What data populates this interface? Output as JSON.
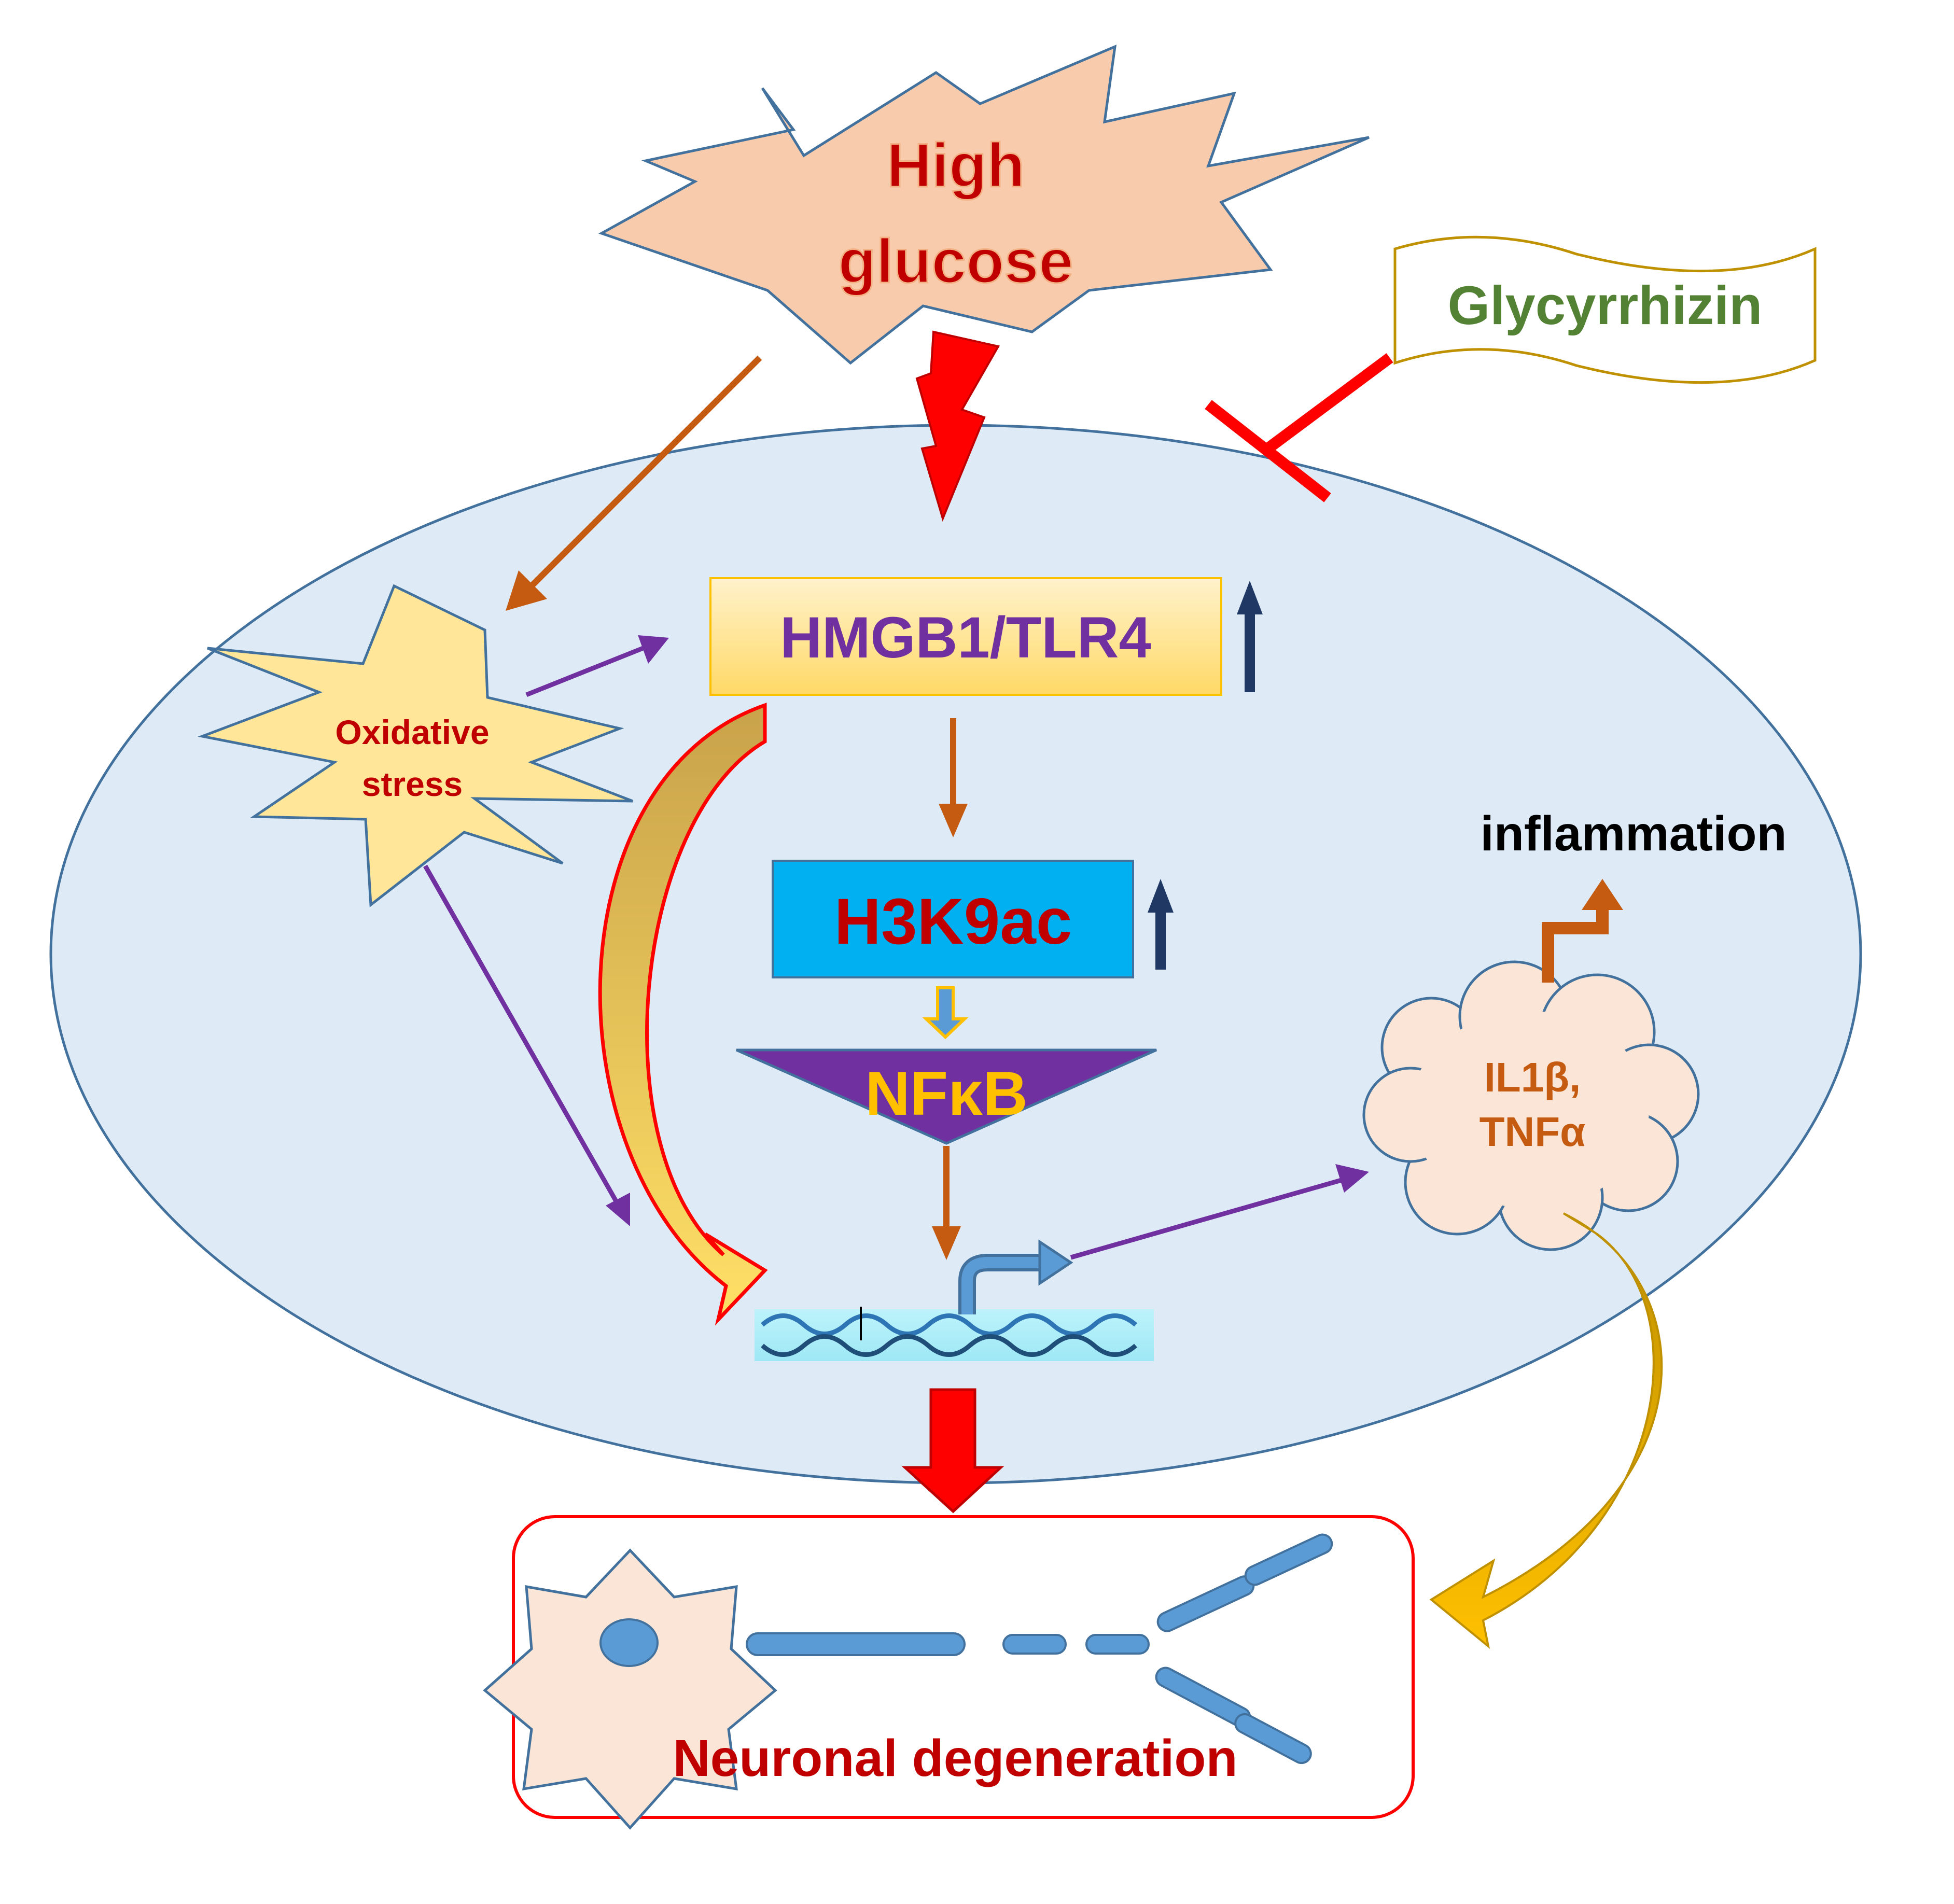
{
  "stimulus": {
    "line1": "High",
    "line2": "glucose"
  },
  "inhibitor": {
    "label": "Glycyrrhizin"
  },
  "oxidative_stress": {
    "line1": "Oxidative",
    "line2": "stress"
  },
  "receptor_box": {
    "label": "HMGB1/TLR4"
  },
  "histone_box": {
    "label": "H3K9ac"
  },
  "nfkb": {
    "label": "NFκB"
  },
  "inflammation": {
    "label": "inflammation"
  },
  "cytokines": {
    "line1": "IL1β,",
    "line2": "TNFα"
  },
  "outcome": {
    "label": "Neuronal degeneration"
  },
  "colors": {
    "cell": "#deebf7",
    "cell_stroke": "#41719c",
    "glucose_fill": "#f8cbad",
    "glucose_text": "#c00000",
    "inhibitor_text": "#548235",
    "inhibitor_stroke": "#bf9000",
    "inhibit_bar": "#ff0000",
    "oxidative_fill": "#ffe699",
    "receptor_fill": "#ffd966",
    "receptor_text": "#7030a0",
    "histone_fill": "#00b0f0",
    "nfkb_fill": "#7030a0",
    "nfkb_text": "#ffc000",
    "orange_arrow": "#c55a11",
    "purple_arrow": "#7030a0",
    "up_arrow": "#1f3864",
    "cytokine_fill": "#fbe5d6",
    "cytokine_text": "#c55a11",
    "outcome_stroke": "#ff0000",
    "outcome_text": "#c00000",
    "neuron_blue": "#5b9bd5"
  }
}
